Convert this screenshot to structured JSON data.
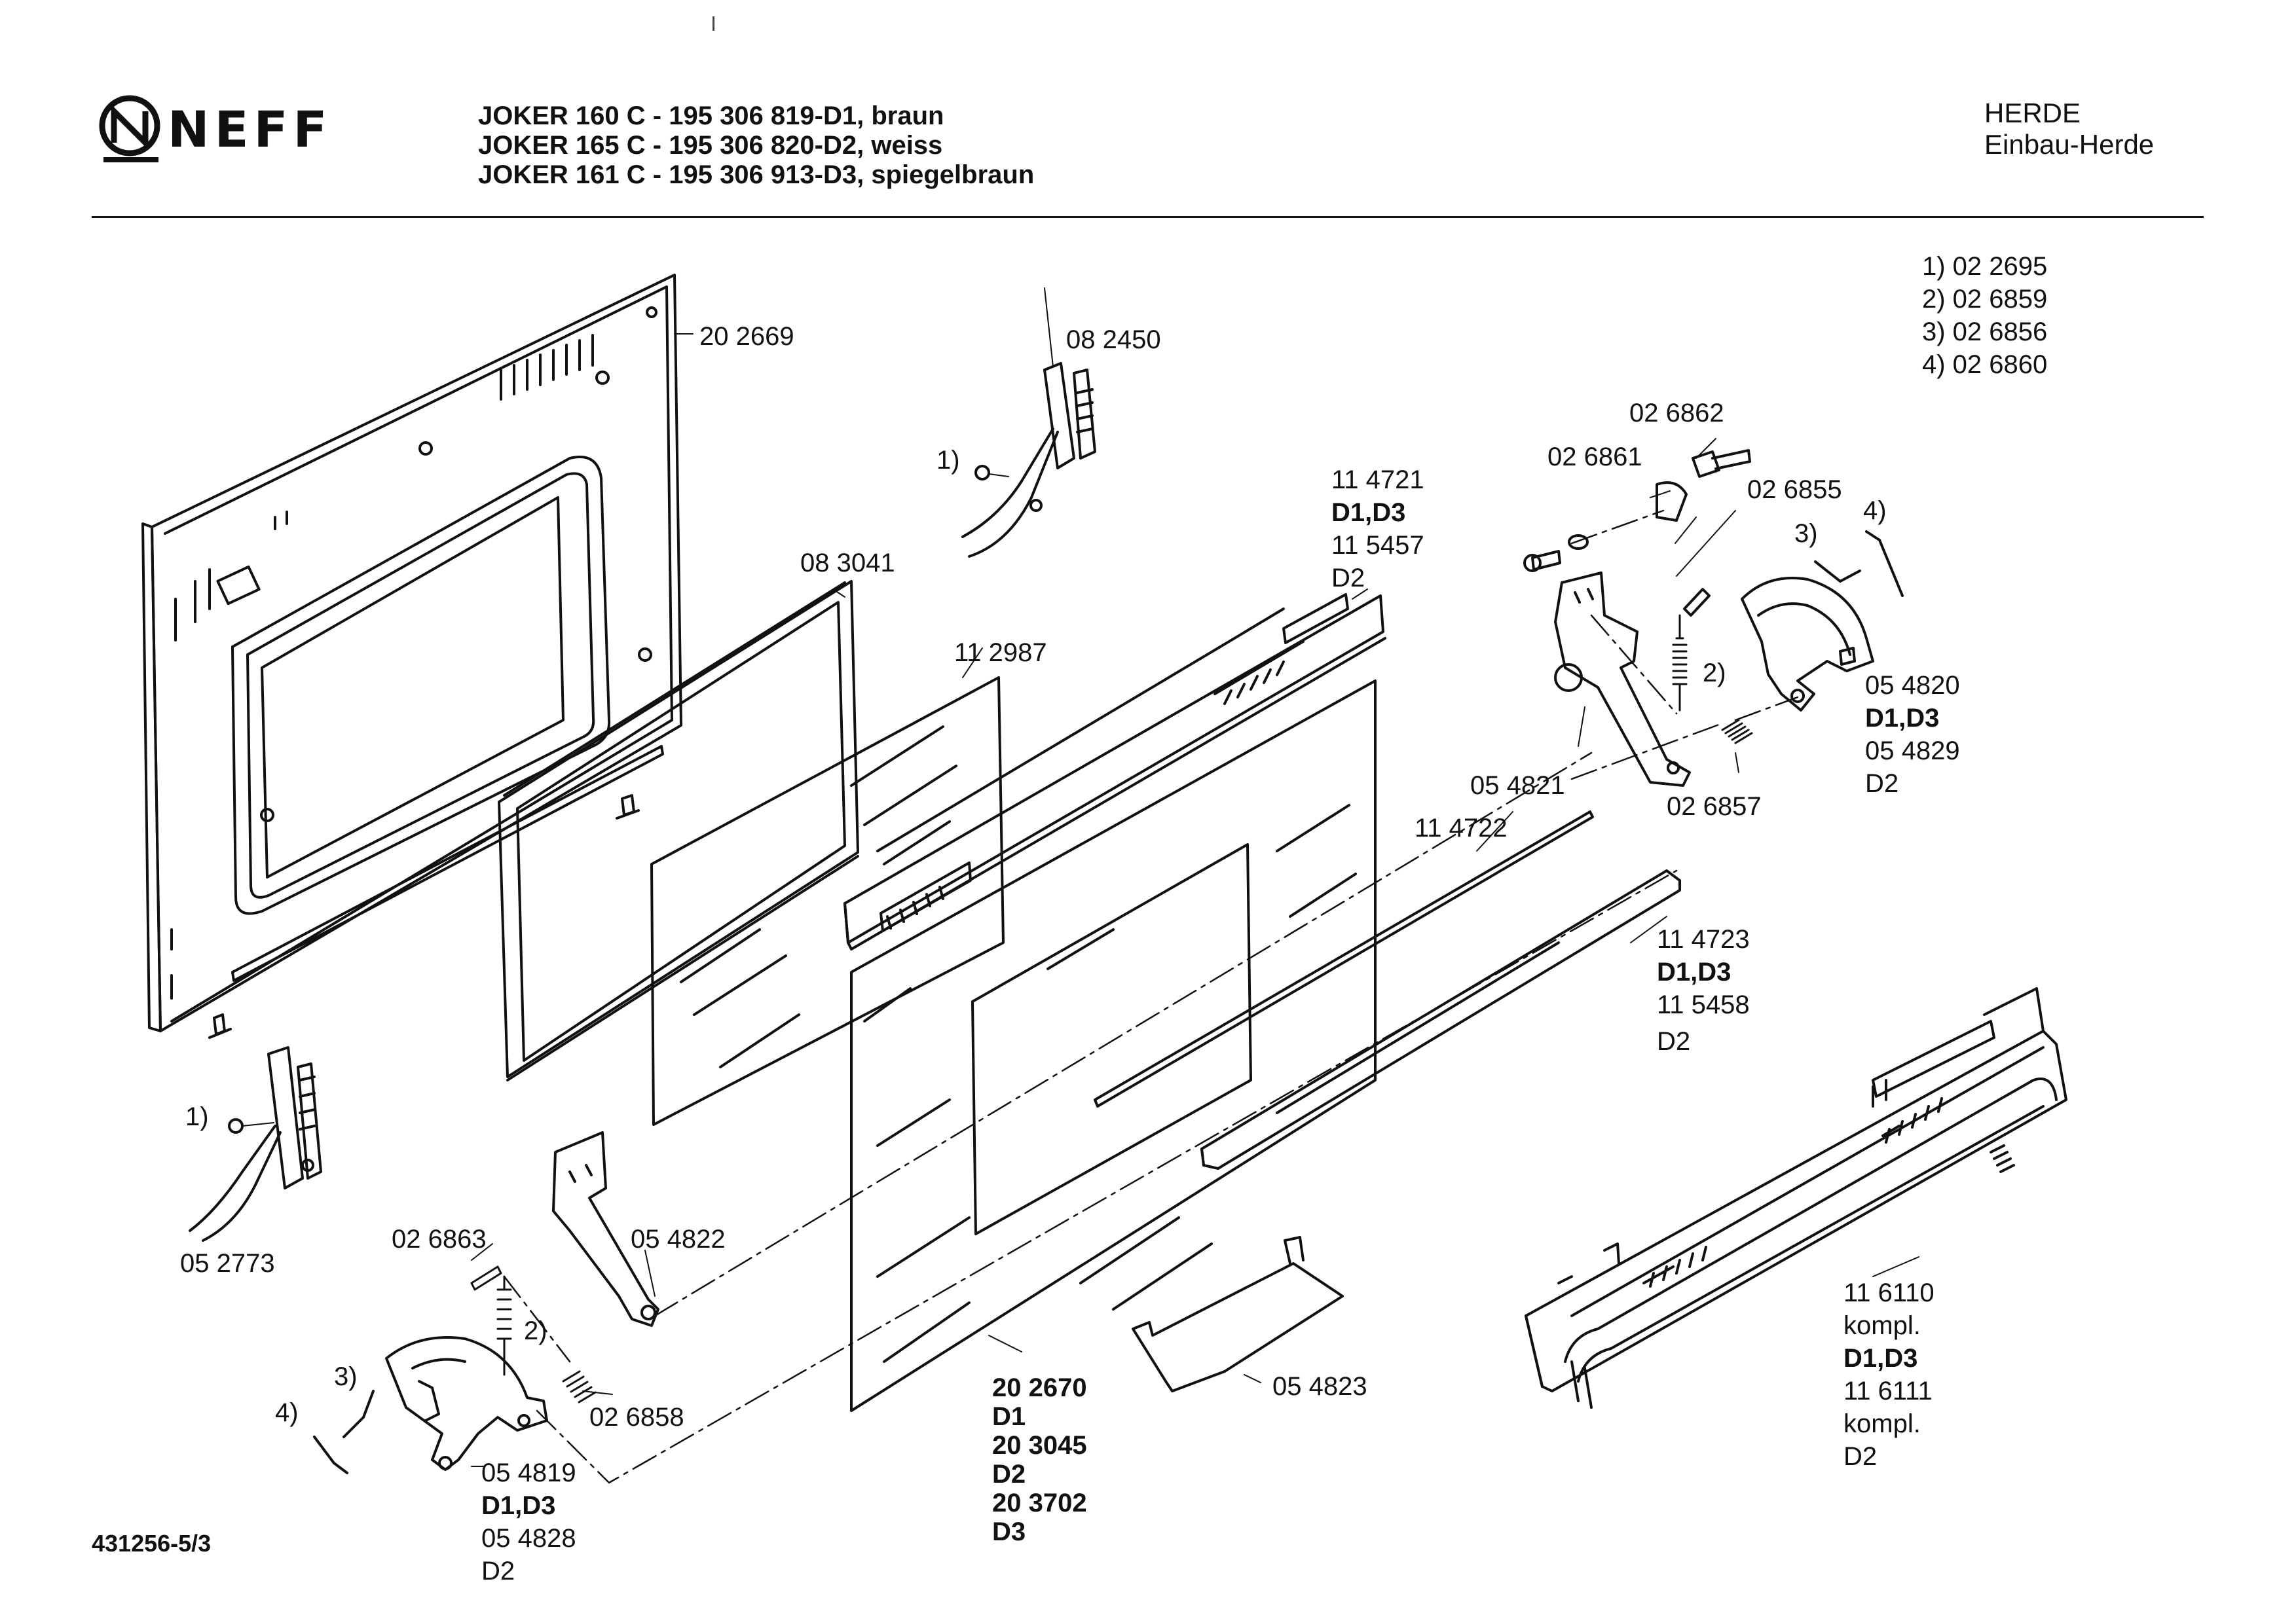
{
  "brand": {
    "name": "NEFF"
  },
  "header": {
    "models": [
      "JOKER 160 C - 195 306 819-D1, braun",
      "JOKER 165 C - 195 306 820-D2, weiss",
      "JOKER 161 C - 195 306 913-D3, spiegelbraun"
    ],
    "category": "HERDE",
    "subcategory": "Einbau-Herde"
  },
  "legend": [
    "1) 02 2695",
    "2) 02 6859",
    "3) 02 6856",
    "4) 02 6860"
  ],
  "footer": {
    "document_id": "431256-5/3"
  },
  "parts": {
    "p202669": "20 2669",
    "p082450": "08 2450",
    "p083041": "08 3041",
    "p112987": "11 2987",
    "p114721": [
      "11 4721",
      "D1,D3",
      "11 5457",
      "D2"
    ],
    "p026862": "02 6862",
    "p026861": "02 6861",
    "p026855": "02 6855",
    "p054820": [
      "05 4820",
      "D1,D3",
      "05 4829",
      "D2"
    ],
    "p054821": "05 4821",
    "p026857": "02 6857",
    "p114722": "11 4722",
    "p114723": [
      "11 4723",
      "D1,D3",
      "11 5458",
      "D2"
    ],
    "p052773": "05 2773",
    "p026863": "02 6863",
    "p054822": "05 4822",
    "p026858": "02 6858",
    "p054819": [
      "05 4819",
      "D1,D3",
      "05 4828",
      "D2"
    ],
    "p202670": [
      "20 2670",
      "D1",
      "20 3045",
      "D2",
      "20 3702",
      "D3"
    ],
    "p054823": "05 4823",
    "p116110": [
      "11 6110",
      "kompl.",
      "D1,D3",
      "11 6111",
      "kompl.",
      "D2"
    ]
  },
  "callouts": {
    "c1_top": "1)",
    "c1_left": "1)",
    "c2_right": "2)",
    "c3_right": "3)",
    "c4_right": "4)",
    "c2_left": "2)",
    "c3_left": "3)",
    "c4_left": "4)"
  }
}
